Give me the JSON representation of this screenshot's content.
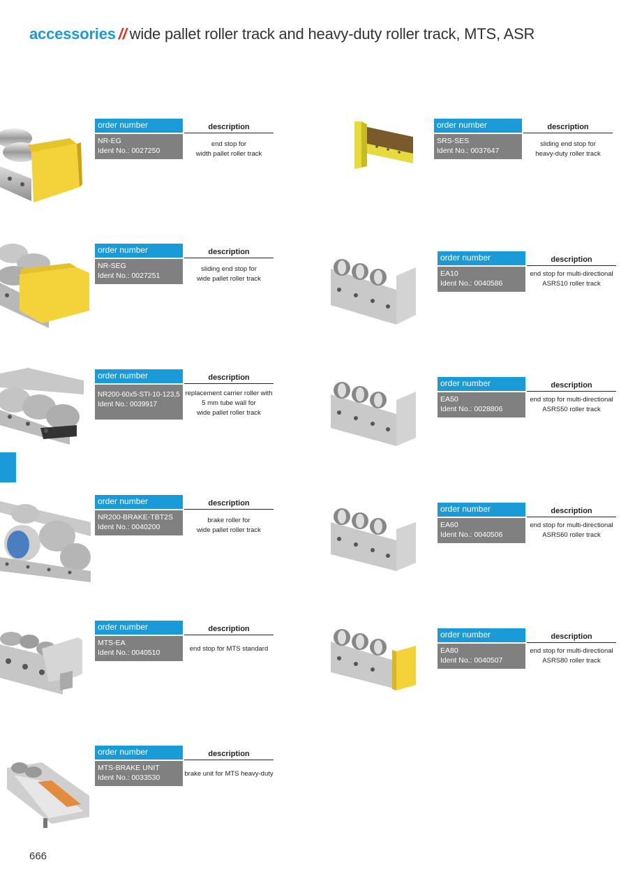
{
  "header": {
    "title_accent": "accessories",
    "title_slashes": "//",
    "title_rest": "wide pallet roller track and heavy-duty roller track, MTS, ASR"
  },
  "labels": {
    "order_number": "order number",
    "description": "description"
  },
  "products": [
    {
      "code": "NR-EG",
      "ident": "Ident No.: 0027250",
      "desc": [
        "end stop for",
        "width  pallet roller track"
      ],
      "image": "wide-roller-track-yellow-end-stop-image"
    },
    {
      "code": "NR-SEG",
      "ident": "Ident No.: 0027251",
      "desc": [
        "sliding end stop for",
        "wide pallet roller track"
      ],
      "image": "wide-roller-track-sliding-end-stop-image"
    },
    {
      "code": "NR200-60x5-STI-10-123,5",
      "ident": "Ident No.: 0039917",
      "desc": [
        "replacement carrier roller with",
        "5 mm tube wall for",
        "wide pallet roller track"
      ],
      "image": "carrier-roller-track-image"
    },
    {
      "code": "NR200-BRAKE-TBT2S",
      "ident": "Ident No.: 0040200",
      "desc": [
        "brake roller for",
        "wide pallet roller track"
      ],
      "image": "brake-roller-track-image"
    },
    {
      "code": "MTS-EA",
      "ident": "Ident No.: 0040510",
      "desc": [
        "end stop for MTS standard"
      ],
      "image": "mts-end-stop-image"
    },
    {
      "code": "MTS-BRAKE UNIT",
      "ident": "Ident No.: 0033530",
      "desc": [
        "brake unit for MTS heavy-duty"
      ],
      "image": "mts-brake-unit-image"
    },
    {
      "code": "SRS-SES",
      "ident": "Ident No.: 0037647",
      "desc": [
        "sliding end stop for",
        "heavy-duty roller track"
      ],
      "image": "srs-sliding-end-stop-image"
    },
    {
      "code": "EA10",
      "ident": "Ident No.: 0040586",
      "desc": [
        "end stop for multi-directional",
        "ASRS10 roller track"
      ],
      "image": "asrs10-end-stop-image"
    },
    {
      "code": "EA50",
      "ident": "Ident No.: 0028806",
      "desc": [
        "end stop for multi-directional",
        "ASRS50 roller track"
      ],
      "image": "asrs50-end-stop-image"
    },
    {
      "code": "EA60",
      "ident": "Ident No.: 0040506",
      "desc": [
        "end stop for multi-directional",
        "ASRS60 roller track"
      ],
      "image": "asrs60-end-stop-image"
    },
    {
      "code": "EA80",
      "ident": "Ident No.: 0040507",
      "desc": [
        "end stop for multi-directional",
        "ASRS80 roller track"
      ],
      "image": "asrs80-end-stop-image"
    }
  ],
  "footer": {
    "page_number": "666"
  },
  "colors": {
    "accent": "#1a9ad6",
    "slashes": "#e0301e",
    "order_body": "#808080"
  }
}
